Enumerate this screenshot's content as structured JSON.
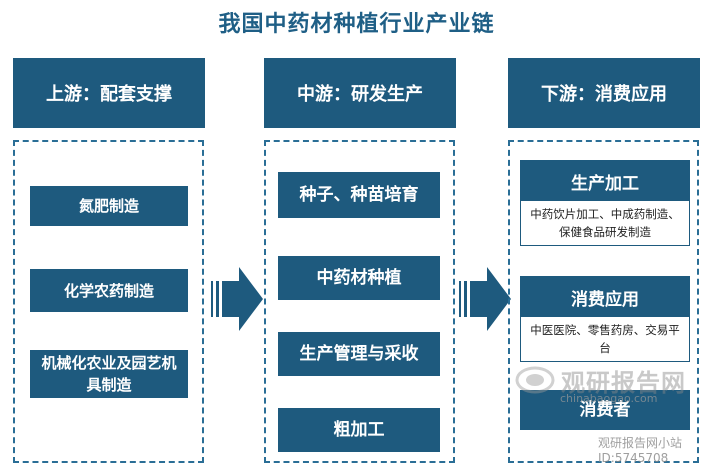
{
  "title": "我国中药材种植行业产业链",
  "upstream": {
    "header": "上游：配套支撑",
    "items": [
      "氮肥制造",
      "化学农药制造",
      "机械化农业及园艺机具制造"
    ]
  },
  "midstream": {
    "header": "中游：研发生产",
    "items": [
      "种子、种苗培育",
      "中药材种植",
      "生产管理与采收",
      "粗加工"
    ]
  },
  "downstream": {
    "header": "下游：消费应用",
    "cards": [
      {
        "title": "生产加工",
        "desc": "中药饮片加工、中成药制造、保健食品研发制造"
      },
      {
        "title": "消费应用",
        "desc": "中医医院、零售药房、交易平台"
      }
    ],
    "bottom": "消费者"
  },
  "watermark": {
    "brand": "观研报告网",
    "url": "chinabaogao.com",
    "corner": "观研报告网小站",
    "corner_id": "ID:5745708"
  },
  "colors": {
    "primary": "#1e5a7e",
    "title": "#1f5f86"
  }
}
